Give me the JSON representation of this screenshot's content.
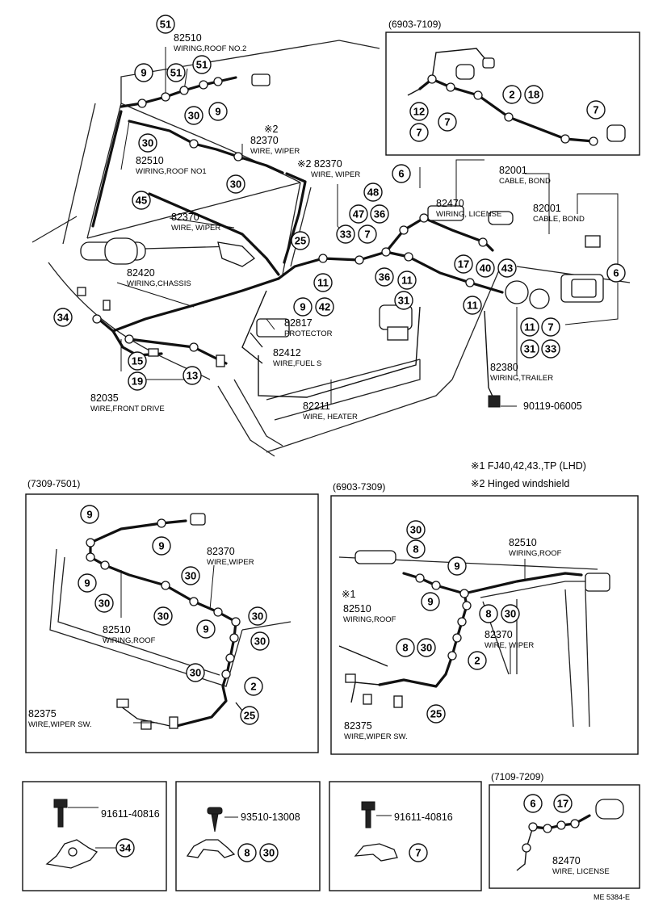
{
  "texts": {
    "pn_82510_top": "82510",
    "nm_roof2": "WIRING,ROOF NO.2",
    "mk2_a": "※2",
    "pn_82370_a": "82370",
    "nm_wiper_a": "WIRE, WIPER",
    "pn_82370_b": "※2 82370",
    "nm_wiper_b": "WIRE, WIPER",
    "pn_82510_no1": "82510",
    "nm_roof1": "WIRING,ROOF NO1",
    "pn_82370_c": "82370",
    "nm_wiper_c": "WIRE, WIPER",
    "pn_82420": "82420",
    "nm_chassis": "WIRING,CHASSIS",
    "pn_82817": "82817",
    "nm_protector": "PROTECTOR",
    "pn_82412": "82412",
    "nm_fuel": "WIRE,FUEL S",
    "pn_82211": "82211",
    "nm_heater": "WIRE, HEATER",
    "pn_82035": "82035",
    "nm_front": "WIRE,FRONT DRIVE",
    "pn_82470_a": "82470",
    "nm_license_a": "WIRING, LICENSE",
    "pn_82001_a": "82001",
    "nm_bond_a": "CABLE, BOND",
    "pn_82001_b": "82001",
    "nm_bond_b": "CABLE, BOND",
    "pn_82380": "82380",
    "nm_trailer": "WIRING,TRAILER",
    "pn_90119": "90119-06005",
    "note1": "※1  FJ40,42,43.,TP (LHD)",
    "note2": "※2  Hinged windshield",
    "hdr_6903_7109": "(6903-7109)",
    "hdr_7309_7501": "(7309-7501)",
    "hdr_6903_7309": "(6903-7309)",
    "hdr_7109_7209": "(7109-7209)",
    "l_82370": "82370",
    "l_nm_wiper": "WIRE,WIPER",
    "l_82510": "82510",
    "l_nm_roof": "WIRING,ROOF",
    "l_82375": "82375",
    "l_nm_wipersw": "WIRE,WIPER SW.",
    "r_82510": "82510",
    "r_nm_roof": "WIRING,ROOF",
    "r_mk1": "※1",
    "r_82510b": "82510",
    "r_nm_roofb": "WIRING,ROOF",
    "r_82370": "82370",
    "r_nm_wiper": "WIRE, WIPER",
    "r_82375": "82375",
    "r_nm_wipersw": "WIRE,WIPER SW.",
    "b1_pn": "91611-40816",
    "b2_pn": "93510-13008",
    "b3_pn": "91611-40816",
    "b4_pn": "82470",
    "b4_nm": "WIRE, LICENSE",
    "code": "ME 5384-E"
  },
  "refs": {
    "r51a": "51",
    "r51b": "51",
    "r51c": "51",
    "r9a": "9",
    "r9b": "9",
    "r30a": "30",
    "r30b": "30",
    "r30c": "30",
    "r45": "45",
    "r25": "25",
    "r34": "34",
    "r15": "15",
    "r19": "19",
    "r13": "13",
    "r9c": "9",
    "r42": "42",
    "r11a": "11",
    "r36a": "36",
    "r11b": "11",
    "r31a": "31",
    "r11c": "11",
    "r6a": "6",
    "r48": "48",
    "r47": "47",
    "r36b": "36",
    "r33a": "33",
    "r7a": "7",
    "r17a": "17",
    "r40": "40",
    "r43": "43",
    "r6b": "6",
    "r11d": "11",
    "r7b": "7",
    "r31b": "31",
    "r33b": "33",
    "t12": "12",
    "t7a": "7",
    "t7b": "7",
    "t2": "2",
    "t18": "18",
    "t7c": "7",
    "l9a": "9",
    "l9b": "9",
    "l9c": "9",
    "l30a": "30",
    "l30b": "30",
    "l30c": "30",
    "l9d": "9",
    "l30d": "30",
    "l30e": "30",
    "l30f": "30",
    "l2": "2",
    "l25": "25",
    "m30a": "30",
    "m8a": "8",
    "m9a": "9",
    "m9b": "9",
    "m8b": "8",
    "m30b": "30",
    "m8c": "8",
    "m30c": "30",
    "m2": "2",
    "m25": "25",
    "b34": "34",
    "b8": "8",
    "b30": "30",
    "b7": "7",
    "b6": "6",
    "b17": "17"
  }
}
